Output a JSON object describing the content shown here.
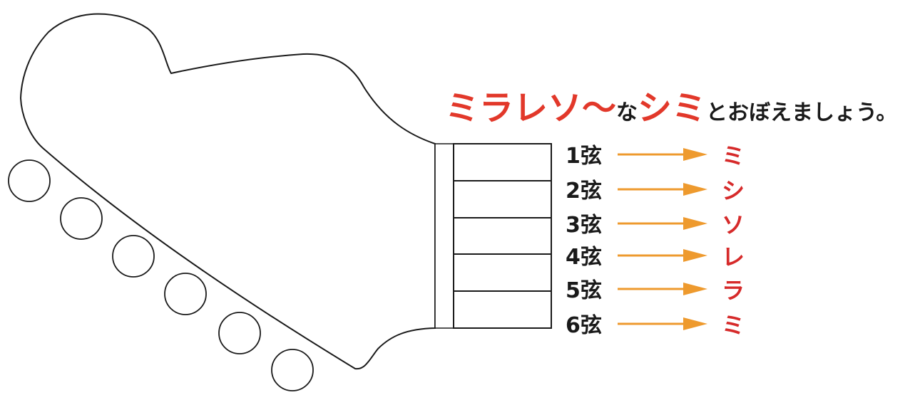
{
  "headline": {
    "red_part_1": "ミラレソ〜",
    "black_part_1": "な",
    "red_part_2": "シミ",
    "black_part_2": "とおぼえましょう。"
  },
  "strings": [
    {
      "label": "1弦",
      "note": "ミ"
    },
    {
      "label": "2弦",
      "note": "シ"
    },
    {
      "label": "3弦",
      "note": "ソ"
    },
    {
      "label": "4弦",
      "note": "レ"
    },
    {
      "label": "5弦",
      "note": "ラ"
    },
    {
      "label": "6弦",
      "note": "ミ"
    }
  ],
  "colors": {
    "accent_red": "#e2382a",
    "note_red": "#d62a2a",
    "arrow_orange": "#ee9a2e",
    "outline": "#1a1a1a"
  },
  "tuning_peg_count": 6
}
